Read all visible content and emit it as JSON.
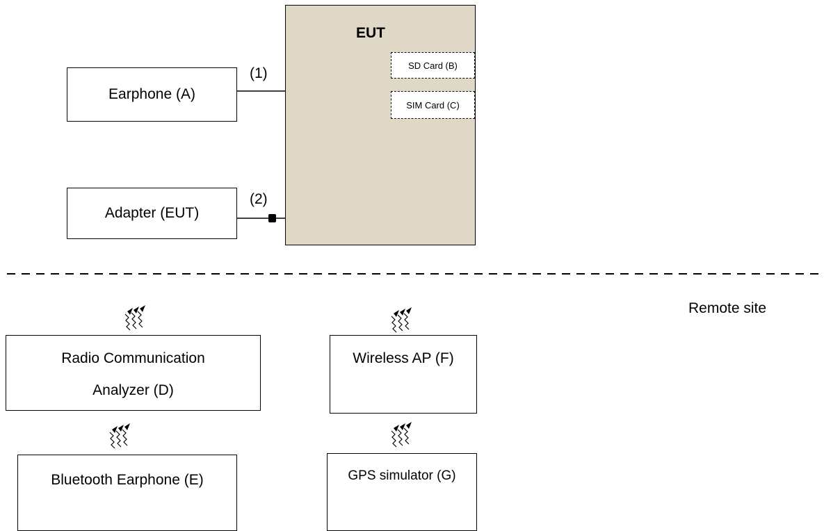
{
  "eut": {
    "title": "EUT",
    "fill": "#dfd8c6"
  },
  "cards": {
    "sd": "SD Card (B)",
    "sim": "SIM Card (C)"
  },
  "devices": {
    "earphone": "Earphone (A)",
    "adapter": "Adapter (EUT)",
    "radio_line1": "Radio Communication",
    "radio_line2": "Analyzer (D)",
    "bt_earphone": "Bluetooth Earphone (E)",
    "wireless_ap": "Wireless AP (F)",
    "gps": "GPS simulator (G)"
  },
  "cables": {
    "c1": "(1)",
    "c2": "(2)"
  },
  "remote_site": "Remote site",
  "icons": [
    "wireless-signal-icon"
  ]
}
